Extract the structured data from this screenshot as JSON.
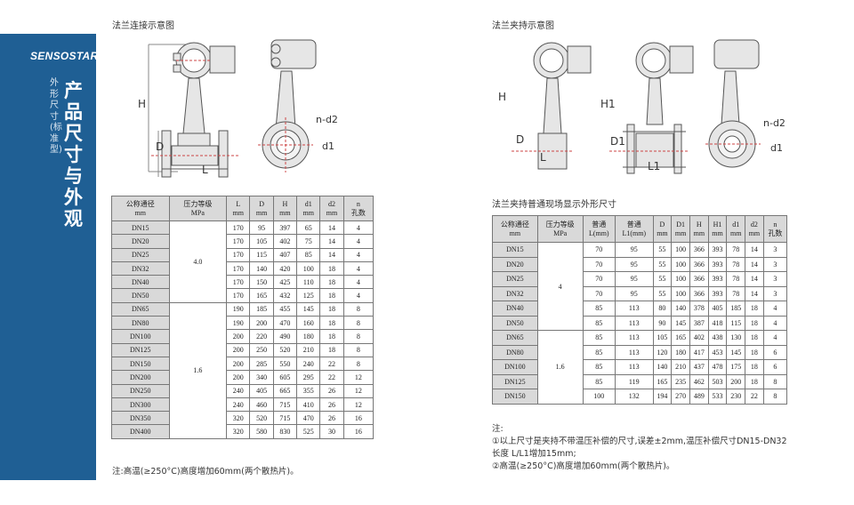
{
  "sidebar": {
    "brand": "SENSOSTAR",
    "title": "产品尺寸与外观",
    "subtitle": "外形尺寸(标准型)",
    "color": "#1f5f94"
  },
  "left": {
    "diagram_caption": "法兰连接示意图",
    "labels": {
      "H": "H",
      "D": "D",
      "L": "L",
      "nd2": "n-d2",
      "d1": "d1"
    },
    "table": {
      "headers": [
        [
          "公称通径",
          "mm"
        ],
        [
          "压力等级",
          "MPa"
        ],
        [
          "L",
          "mm"
        ],
        [
          "D",
          "mm"
        ],
        [
          "H",
          "mm"
        ],
        [
          "d1",
          "mm"
        ],
        [
          "d2",
          "mm"
        ],
        [
          "n",
          "孔数"
        ]
      ],
      "pressure_groups": [
        {
          "value": "4.0",
          "rows": 6
        },
        {
          "value": "1.6",
          "rows": 10
        }
      ],
      "rows": [
        [
          "DN15",
          "170",
          "95",
          "397",
          "65",
          "14",
          "4"
        ],
        [
          "DN20",
          "170",
          "105",
          "402",
          "75",
          "14",
          "4"
        ],
        [
          "DN25",
          "170",
          "115",
          "407",
          "85",
          "14",
          "4"
        ],
        [
          "DN32",
          "170",
          "140",
          "420",
          "100",
          "18",
          "4"
        ],
        [
          "DN40",
          "170",
          "150",
          "425",
          "110",
          "18",
          "4"
        ],
        [
          "DN50",
          "170",
          "165",
          "432",
          "125",
          "18",
          "4"
        ],
        [
          "DN65",
          "190",
          "185",
          "455",
          "145",
          "18",
          "8"
        ],
        [
          "DN80",
          "190",
          "200",
          "470",
          "160",
          "18",
          "8"
        ],
        [
          "DN100",
          "200",
          "220",
          "490",
          "180",
          "18",
          "8"
        ],
        [
          "DN125",
          "200",
          "250",
          "520",
          "210",
          "18",
          "8"
        ],
        [
          "DN150",
          "200",
          "285",
          "550",
          "240",
          "22",
          "8"
        ],
        [
          "DN200",
          "200",
          "340",
          "605",
          "295",
          "22",
          "12"
        ],
        [
          "DN250",
          "240",
          "405",
          "665",
          "355",
          "26",
          "12"
        ],
        [
          "DN300",
          "240",
          "460",
          "715",
          "410",
          "26",
          "12"
        ],
        [
          "DN350",
          "320",
          "520",
          "715",
          "470",
          "26",
          "16"
        ],
        [
          "DN400",
          "320",
          "580",
          "830",
          "525",
          "30",
          "16"
        ]
      ]
    },
    "note": "注:高温(≥250°C)高度增加60mm(两个散热片)。"
  },
  "right": {
    "diagram_caption": "法兰夹持示意图",
    "labels": {
      "H": "H",
      "H1": "H1",
      "D": "D",
      "D1": "D1",
      "L": "L",
      "L1": "L1",
      "nd2": "n-d2",
      "d1": "d1"
    },
    "table_caption": "法兰夹持普通现场显示外形尺寸",
    "table": {
      "headers": [
        [
          "公称通径",
          "mm"
        ],
        [
          "压力等级",
          "MPa"
        ],
        [
          "普通",
          "L(mm)"
        ],
        [
          "普通",
          "L1(mm)"
        ],
        [
          "D",
          "mm"
        ],
        [
          "D1",
          "mm"
        ],
        [
          "H",
          "mm"
        ],
        [
          "H1",
          "mm"
        ],
        [
          "d1",
          "mm"
        ],
        [
          "d2",
          "mm"
        ],
        [
          "n",
          "孔数"
        ]
      ],
      "pressure_groups": [
        {
          "value": "4",
          "rows": 6
        },
        {
          "value": "1.6",
          "rows": 5
        }
      ],
      "rows": [
        [
          "DN15",
          "70",
          "95",
          "55",
          "100",
          "366",
          "393",
          "78",
          "14",
          "3"
        ],
        [
          "DN20",
          "70",
          "95",
          "55",
          "100",
          "366",
          "393",
          "78",
          "14",
          "3"
        ],
        [
          "DN25",
          "70",
          "95",
          "55",
          "100",
          "366",
          "393",
          "78",
          "14",
          "3"
        ],
        [
          "DN32",
          "70",
          "95",
          "55",
          "100",
          "366",
          "393",
          "78",
          "14",
          "3"
        ],
        [
          "DN40",
          "85",
          "113",
          "80",
          "140",
          "378",
          "405",
          "185",
          "18",
          "4"
        ],
        [
          "DN50",
          "85",
          "113",
          "90",
          "145",
          "387",
          "418",
          "115",
          "18",
          "4"
        ],
        [
          "DN65",
          "85",
          "113",
          "105",
          "165",
          "402",
          "438",
          "130",
          "18",
          "4"
        ],
        [
          "DN80",
          "85",
          "113",
          "120",
          "180",
          "417",
          "453",
          "145",
          "18",
          "6"
        ],
        [
          "DN100",
          "85",
          "113",
          "140",
          "210",
          "437",
          "478",
          "175",
          "18",
          "6"
        ],
        [
          "DN125",
          "85",
          "119",
          "165",
          "235",
          "462",
          "503",
          "200",
          "18",
          "8"
        ],
        [
          "DN150",
          "100",
          "132",
          "194",
          "270",
          "489",
          "533",
          "230",
          "22",
          "8"
        ]
      ]
    },
    "notes": [
      "注:",
      "①以上尺寸是夹持不带温压补偿的尺寸,误差±2mm,温压补偿尺寸DN15-DN32",
      "长度 L/L1增加15mm;",
      "②高温(≥250°C)高度增加60mm(两个散热片)。"
    ]
  }
}
